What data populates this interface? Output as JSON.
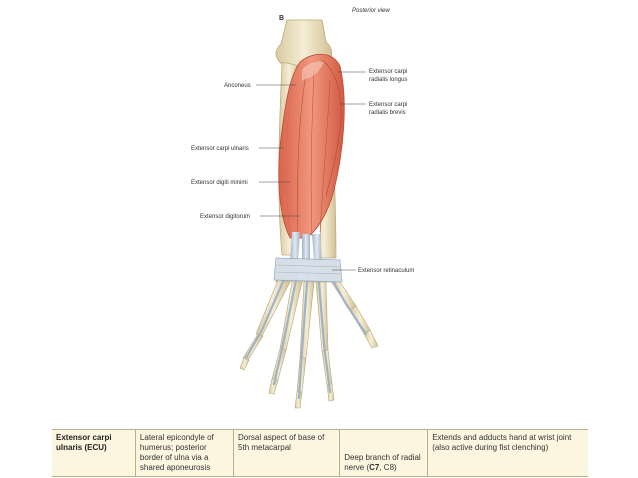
{
  "figure": {
    "panel_letter": "B",
    "view_label": "Posterior view",
    "labels": {
      "anconeus": "Anconeus",
      "ecr_longus_1": "Extensor carpi",
      "ecr_longus_2": "radialis longus",
      "ecr_brevis_1": "Extensor carpi",
      "ecr_brevis_2": "radialis brevis",
      "ecu": "Extensor carpi ulnaris",
      "edm": "Extensor digiti minimi",
      "ed": "Extensor digitorum",
      "retinaculum": "Extensor retinaculum"
    },
    "colors": {
      "muscle": "#e8826a",
      "muscle_dark": "#c95a44",
      "bone": "#efe6c8",
      "tendon": "#c9d6e3"
    }
  },
  "table": {
    "name": "Extensor carpi ulnaris (ECU)",
    "origin": "Lateral epicondyle of humerus; posterior border of ulna via a shared aponeurosis",
    "insertion": "Dorsal aspect of base of 5th metacarpal",
    "innervation_prefix": "Deep branch of radial nerve (",
    "innervation_bold": "C7",
    "innervation_suffix": ", C8)",
    "action": "Extends and adducts hand at wrist joint (also active during fist clenching)"
  }
}
